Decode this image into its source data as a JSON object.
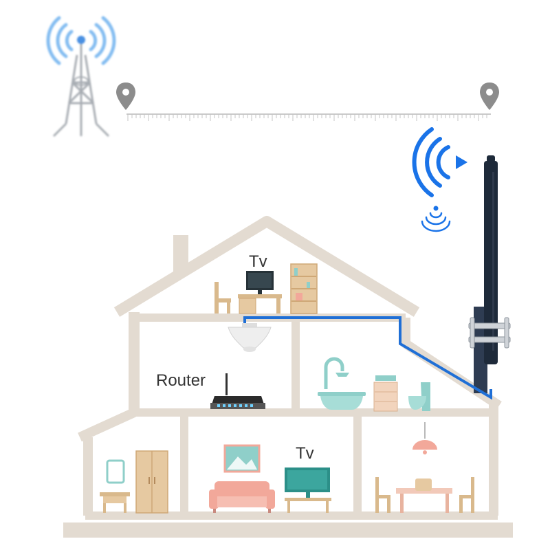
{
  "labels": {
    "tv_top": "Tv",
    "router": "Router",
    "tv_living": "Tv"
  },
  "icons": {
    "tower": "cell-tower-icon",
    "location_pin": "map-pin-icon",
    "signal": "wifi-signal-icon",
    "antenna": "outdoor-antenna-icon",
    "indoor_antenna": "ceiling-antenna-icon",
    "router": "router-icon"
  },
  "colors": {
    "house_wall": "#e3dbd1",
    "cable": "#1f6fd6",
    "signal": "#1a73e8",
    "antenna": "#1e2a3a",
    "tower": "#9aa0a6",
    "pin": "#8c8c8c",
    "teal": "#8fcfc9",
    "wood": "#d9b98c",
    "sofa": "#f2a89a"
  }
}
